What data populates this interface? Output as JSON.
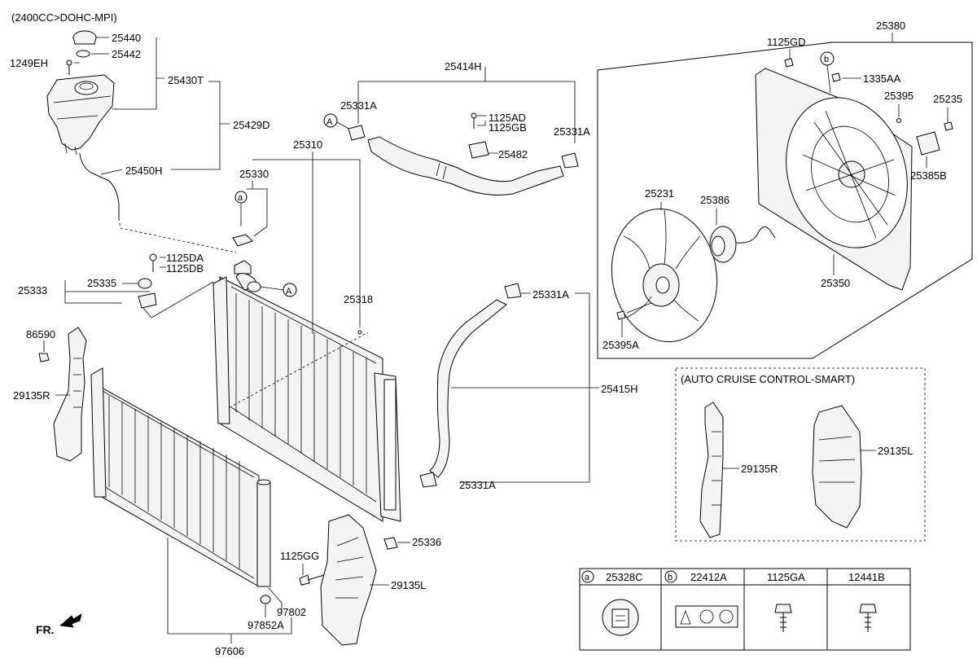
{
  "header": {
    "engine_spec": "(2400CC>DOHC-MPI)"
  },
  "front_indicator": "FR.",
  "callouts": {
    "a": "a",
    "b": "b",
    "A": "A"
  },
  "parts": {
    "p25440": "25440",
    "p25442": "25442",
    "p1249EH": "1249EH",
    "p25430T": "25430T",
    "p25429D": "25429D",
    "p25450H": "25450H",
    "p25330": "25330",
    "p25310": "25310",
    "p1125DA": "1125DA",
    "p1125DB": "1125DB",
    "p25335": "25335",
    "p25333": "25333",
    "p25318": "25318",
    "p86590": "86590",
    "p29135R": "29135R",
    "p25414H": "25414H",
    "p25331A_1": "25331A",
    "p1125AD": "1125AD",
    "p1125GB": "1125GB",
    "p25482": "25482",
    "p25331A_2": "25331A",
    "p25331A_3": "25331A",
    "p25415H": "25415H",
    "p25331A_4": "25331A",
    "p25336": "25336",
    "p1125GG": "1125GG",
    "p29135L": "29135L",
    "p97802": "97802",
    "p97852A": "97852A",
    "p97606": "97606",
    "p25380": "25380",
    "p1125GD": "1125GD",
    "p1335AA": "1335AA",
    "p25395": "25395",
    "p25235": "25235",
    "p25385B": "25385B",
    "p25231": "25231",
    "p25386": "25386",
    "p25350": "25350",
    "p25395A": "25395A"
  },
  "auto_cruise": {
    "title": "(AUTO CRUISE CONTROL-SMART)",
    "left": "29135R",
    "right": "29135L"
  },
  "legend": {
    "columns": [
      {
        "circle": "a",
        "code": "25328C",
        "icon": "warning-label-icon"
      },
      {
        "circle": "b",
        "code": "22412A",
        "icon": "caution-label-icon"
      },
      {
        "circle": "",
        "code": "1125GA",
        "icon": "bolt-icon"
      },
      {
        "circle": "",
        "code": "12441B",
        "icon": "bolt-icon"
      }
    ]
  }
}
